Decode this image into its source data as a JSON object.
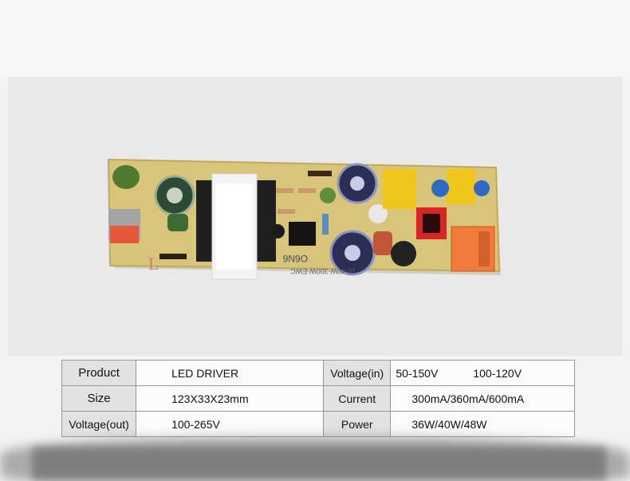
{
  "photo": {
    "alt": "LED driver circuit board",
    "board_markings": [
      "O6N6",
      "10-40W-300W-EWC"
    ],
    "colors": {
      "pcb": "#d9c57a",
      "capacitor": "#2c2f55",
      "terminal": "#f07a3a"
    }
  },
  "spec_table": {
    "rows": [
      {
        "label1": "Product",
        "value1": "LED DRIVER",
        "label2": "Voltage(in)",
        "value2a": "50-150V",
        "value2b": "100-120V"
      },
      {
        "label1": "Size",
        "value1": "123X33X23mm",
        "label2": "Current",
        "value2": "300mA/360mA/600mA"
      },
      {
        "label1": "Voltage(out)",
        "value1": "100-265V",
        "label2": "Power",
        "value2": "36W/40W/48W"
      }
    ]
  }
}
